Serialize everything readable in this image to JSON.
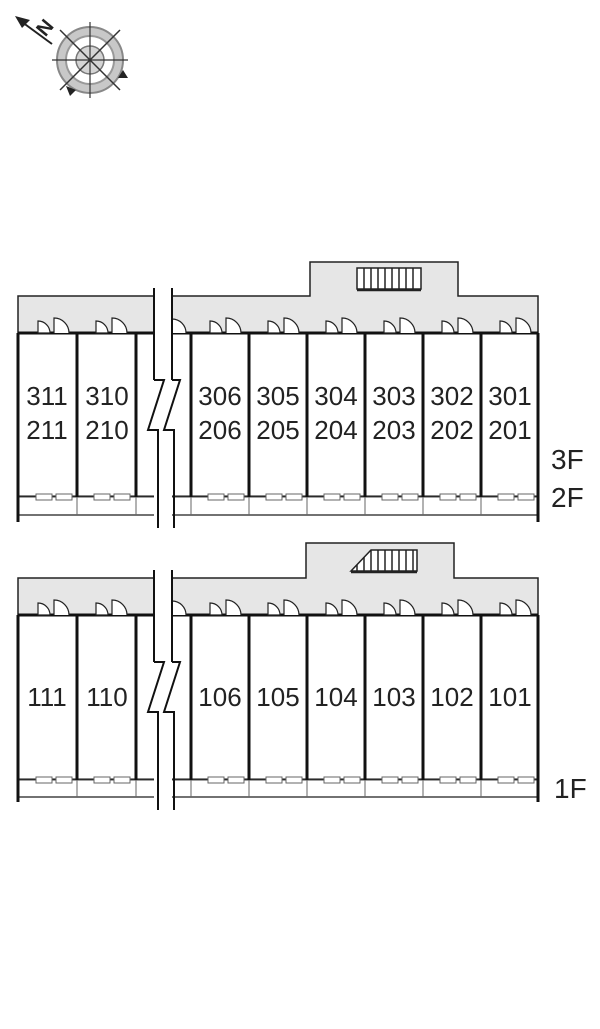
{
  "compass": {
    "north_letter": "N",
    "icon": "compass-rose-icon"
  },
  "upper_block": {
    "floor_labels": [
      "3F",
      "2F"
    ],
    "units_top": [
      "311",
      "310",
      "306",
      "305",
      "304",
      "303",
      "302",
      "301"
    ],
    "units_bottom": [
      "211",
      "210",
      "206",
      "205",
      "204",
      "203",
      "202",
      "201"
    ],
    "stair_icon": "staircase-icon"
  },
  "lower_block": {
    "floor_labels": [
      "1F"
    ],
    "units": [
      "111",
      "110",
      "106",
      "105",
      "104",
      "103",
      "102",
      "101"
    ],
    "stair_icon": "staircase-icon"
  },
  "colors": {
    "corridor": "#e6e6e6",
    "wall": "#111111",
    "background": "#ffffff"
  }
}
